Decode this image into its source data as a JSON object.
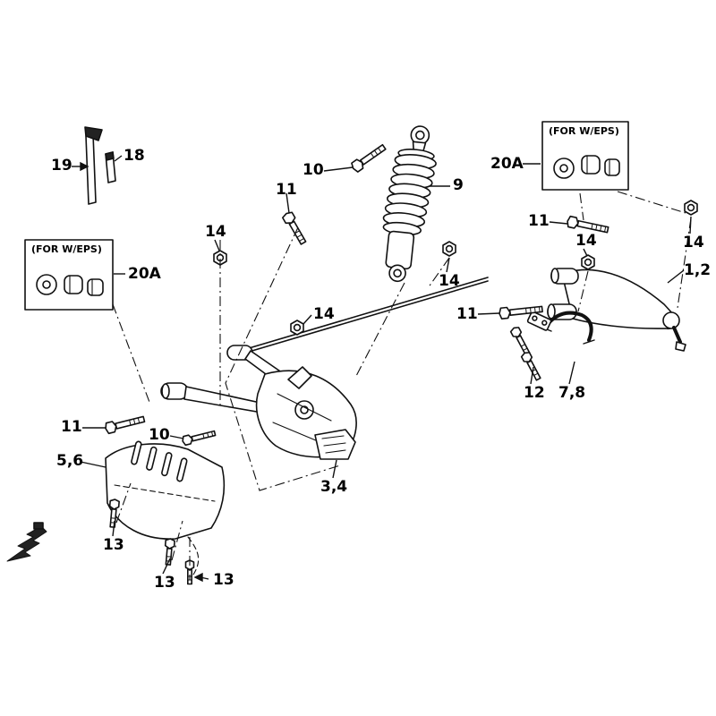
{
  "figure_name": "front-suspension-exploded-parts-diagram",
  "colors": {
    "line": "#111111",
    "background": "#ffffff",
    "dark_fill": "#222222"
  },
  "icons": [
    {
      "name": "front-direction-arrow-icon"
    }
  ],
  "eps_boxes": [
    {
      "caption": "(FOR W/EPS)",
      "ref": "20A",
      "position": "top-right"
    },
    {
      "caption": "(FOR W/EPS)",
      "ref": "20A",
      "position": "mid-left"
    }
  ],
  "callouts": [
    {
      "text": "19"
    },
    {
      "text": "18"
    },
    {
      "text": "10"
    },
    {
      "text": "11"
    },
    {
      "text": "9"
    },
    {
      "text": "11"
    },
    {
      "text": "14"
    },
    {
      "text": "14"
    },
    {
      "text": "1,2"
    },
    {
      "text": "14"
    },
    {
      "text": "14"
    },
    {
      "text": "14"
    },
    {
      "text": "11"
    },
    {
      "text": "11"
    },
    {
      "text": "10"
    },
    {
      "text": "5,6"
    },
    {
      "text": "3,4"
    },
    {
      "text": "12"
    },
    {
      "text": "7,8"
    },
    {
      "text": "13"
    },
    {
      "text": "13"
    },
    {
      "text": "13"
    }
  ]
}
